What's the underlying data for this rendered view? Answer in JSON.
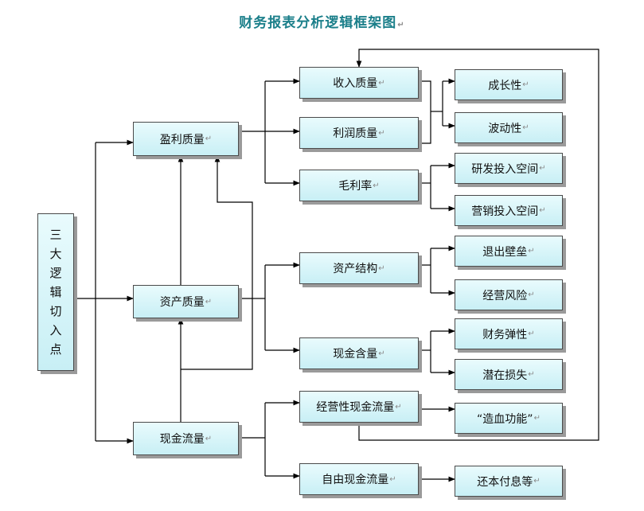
{
  "title": "财务报表分析逻辑框架图",
  "paragraph_mark": "↵",
  "root": {
    "chars": [
      "三",
      "大",
      "逻",
      "辑",
      "切",
      "入",
      "点"
    ]
  },
  "level1": {
    "profit": "盈利质量",
    "asset": "资产质量",
    "cash": "现金流量"
  },
  "level2": {
    "revenue": "收入质量",
    "earnings": "利润质量",
    "gross_margin": "毛利率",
    "asset_structure": "资产结构",
    "cash_content": "现金含量",
    "operating_cf": "经营性现金流量",
    "free_cf": "自由现金流量"
  },
  "level3": {
    "growth": "成长性",
    "volatility": "波动性",
    "rd_space": "研发投入空间",
    "marketing_space": "营销投入空间",
    "exit_barrier": "退出壁垒",
    "operating_risk": "经营风险",
    "financial_flexibility": "财务弹性",
    "potential_loss": "潜在损失",
    "blood_making": "“造血功能”",
    "debt_repayment": "还本付息等"
  },
  "colors": {
    "title": "#1b7f8a",
    "box_top": "#e9fbfd",
    "box_bottom": "#c8eff5",
    "line": "#000000"
  }
}
